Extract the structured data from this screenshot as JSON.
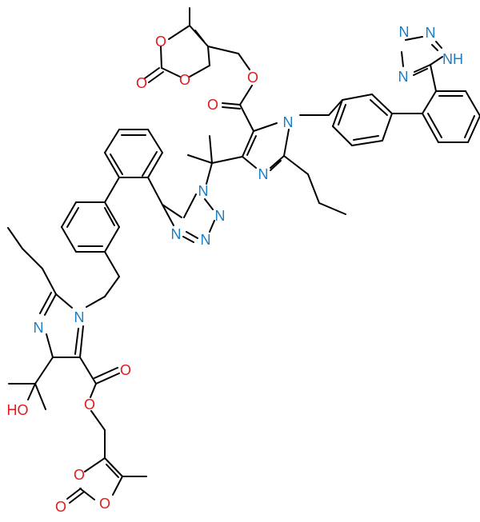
{
  "colors": {
    "bond": "#000000",
    "nitrogen": "#1a7ec4",
    "oxygen": "#e3191b",
    "background": "#ffffff"
  },
  "atom_labels": {
    "o_dioxolone_top_ring_a": "O",
    "o_dioxolone_top_carbonyl": "O",
    "o_dioxolone_top_ring_b": "O",
    "o_ester_top_link": "O",
    "o_ester_top_carbonyl": "O",
    "n_imidazole_top_1": "N",
    "n_imidazole_top_3": "N",
    "n_tetrazole_right_1": "N",
    "n_tetrazole_right_2": "N",
    "n_tetrazole_right_3": "N",
    "nh_tetrazole_right": "NH",
    "n_tetrazole_center_1": "N",
    "n_tetrazole_center_2": "N",
    "n_tetrazole_center_3": "N",
    "n_tetrazole_center_4": "N",
    "n_imidazole_bottom_1": "N",
    "n_imidazole_bottom_3": "N",
    "ho_hydroxyl": "HO",
    "o_ester_bottom_carbonyl": "O",
    "o_ester_bottom_link": "O",
    "o_dioxolone_bottom_ring_a": "O",
    "o_dioxolone_bottom_carbonyl": "O",
    "o_dioxolone_bottom_ring_b": "O"
  }
}
